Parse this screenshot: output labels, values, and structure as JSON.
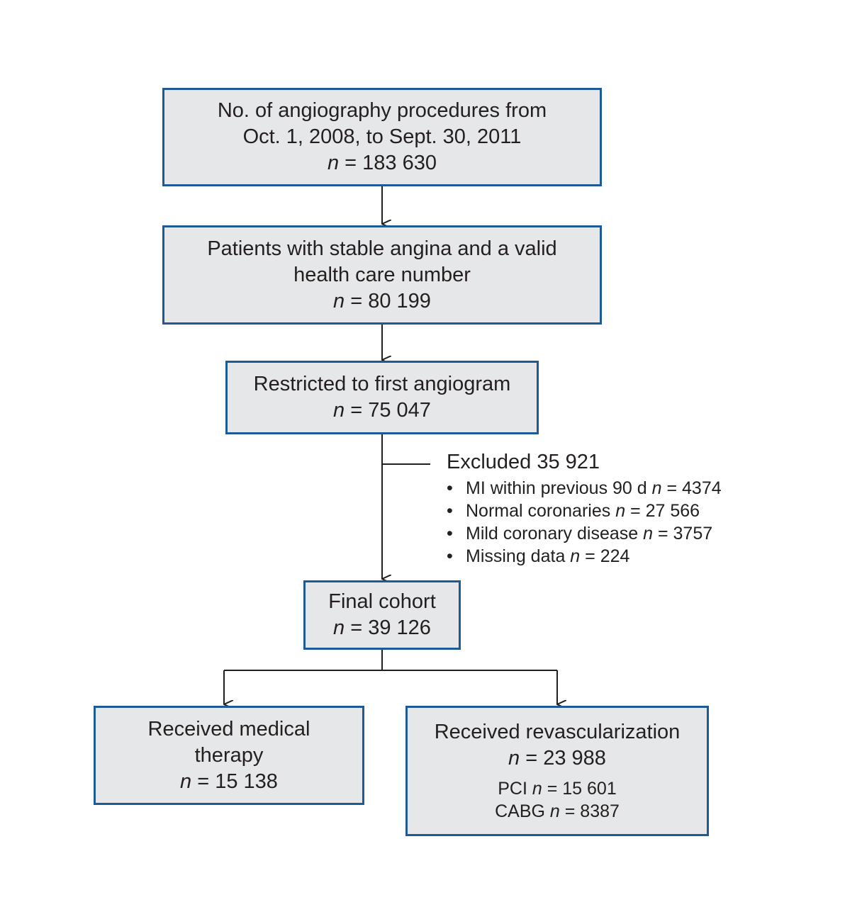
{
  "boxes": {
    "procedures": {
      "line1": "No. of angiography procedures from",
      "line2": "Oct. 1, 2008, to Sept. 30, 2011",
      "n_label": "n",
      "n_value": " = 183 630"
    },
    "stable_angina": {
      "line1": "Patients with stable angina and a valid",
      "line2": "health care number",
      "n_label": "n",
      "n_value": " = 80 199"
    },
    "first_angiogram": {
      "line1": "Restricted to first angiogram",
      "n_label": "n",
      "n_value": " = 75 047"
    },
    "final_cohort": {
      "line1": "Final cohort",
      "n_label": "n",
      "n_value": " = 39 126"
    },
    "medical_therapy": {
      "line1": "Received medical",
      "line2": "therapy",
      "n_label": "n",
      "n_value": " = 15 138"
    },
    "revascularization": {
      "line1": "Received revascularization",
      "n_label": "n",
      "n_value": " = 23 988",
      "sub": [
        {
          "label": "PCI  ",
          "n_label": "n",
          "n_value": " = 15 601"
        },
        {
          "label": "CABG  ",
          "n_label": "n",
          "n_value": " = 8387"
        }
      ]
    }
  },
  "excluded": {
    "title": "Excluded  35 921",
    "bullet": "•",
    "items": [
      {
        "label": "MI within previous 90 d  ",
        "n_label": "n",
        "n_value": " = 4374"
      },
      {
        "label": "Normal coronaries  ",
        "n_label": "n",
        "n_value": " = 27 566"
      },
      {
        "label": "Mild coronary disease  ",
        "n_label": "n",
        "n_value": " = 3757"
      },
      {
        "label": "Missing data  ",
        "n_label": "n",
        "n_value": " = 224"
      }
    ]
  },
  "colors": {
    "box_fill": "#e6e7e8",
    "box_border": "#1f5a96",
    "connector": "#231f20"
  }
}
